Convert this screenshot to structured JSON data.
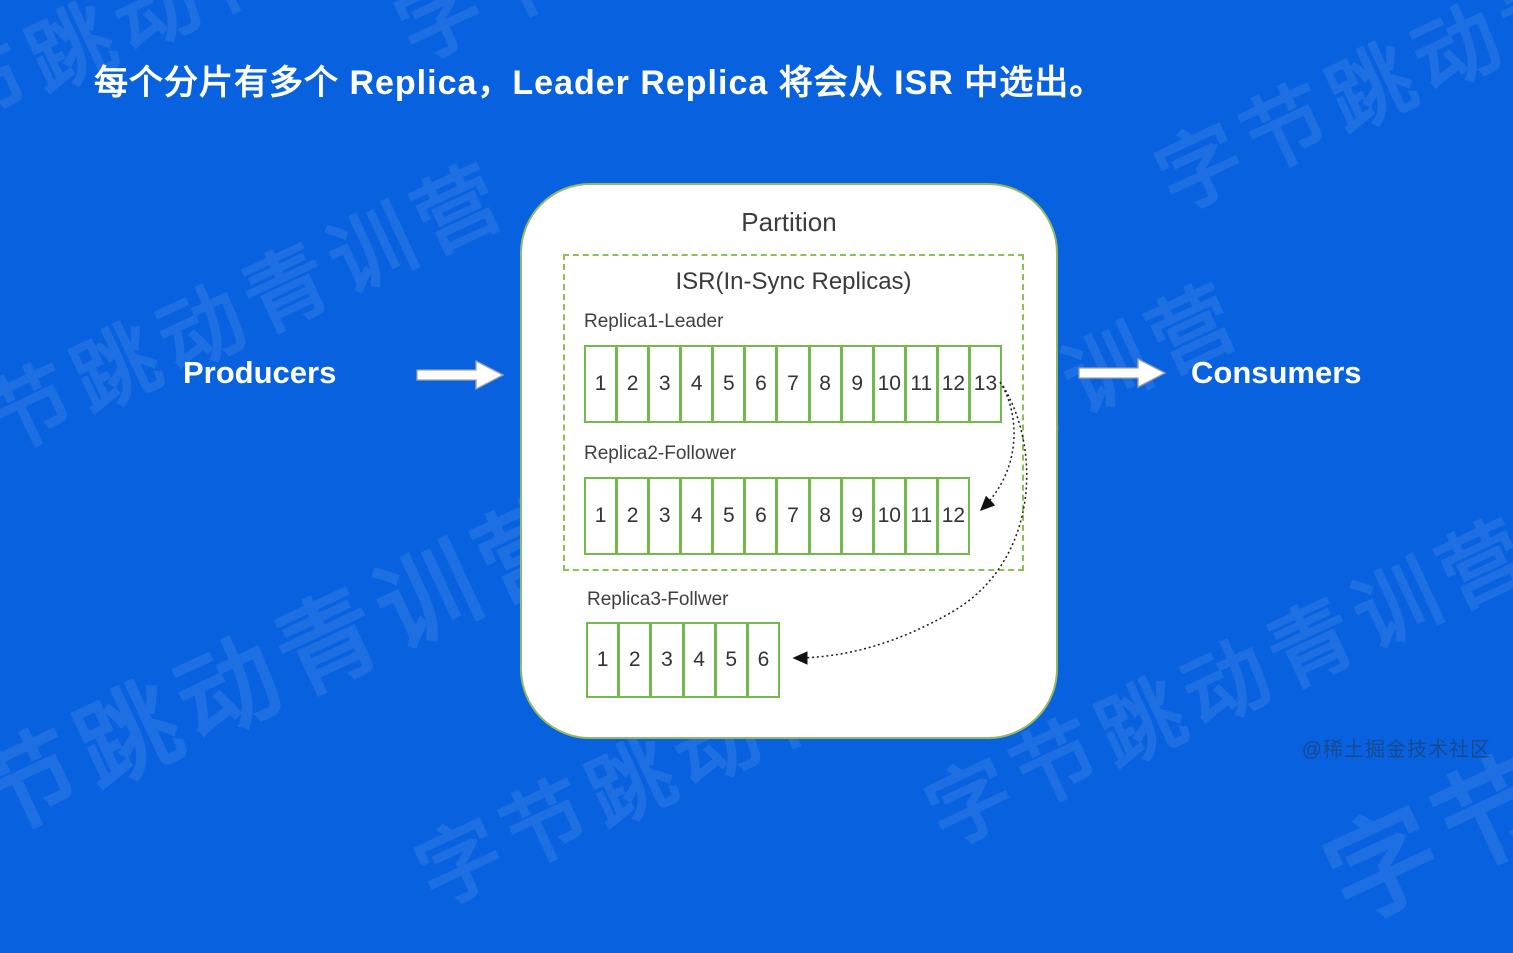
{
  "title": "每个分片有多个 Replica，Leader Replica 将会从 ISR 中选出。",
  "left_actor": {
    "label": "Producers"
  },
  "right_actor": {
    "label": "Consumers"
  },
  "partition": {
    "title": "Partition",
    "isr": {
      "title": "ISR(In-Sync Replicas)",
      "replica1": {
        "label": "Replica1-Leader",
        "cells": [
          "1",
          "2",
          "3",
          "4",
          "5",
          "6",
          "7",
          "8",
          "9",
          "10",
          "11",
          "12",
          "13"
        ]
      },
      "replica2": {
        "label": "Replica2-Follower",
        "cells": [
          "1",
          "2",
          "3",
          "4",
          "5",
          "6",
          "7",
          "8",
          "9",
          "10",
          "11",
          "12"
        ]
      }
    },
    "replica3": {
      "label": "Replica3-Follwer",
      "cells": [
        "1",
        "2",
        "3",
        "4",
        "5",
        "6"
      ]
    }
  },
  "watermark": {
    "text": "字节跳动青训营"
  },
  "credit": "@稀土掘金技术社区",
  "colors": {
    "background": "#0862e0",
    "box_border": "#93ba5f",
    "cell_border": "#74b94e",
    "dashed_border": "#8ebf57",
    "title_text": "#ffffff",
    "diagram_text": "#3d3d3d",
    "dotted_arrow": "#1b1b1b"
  }
}
